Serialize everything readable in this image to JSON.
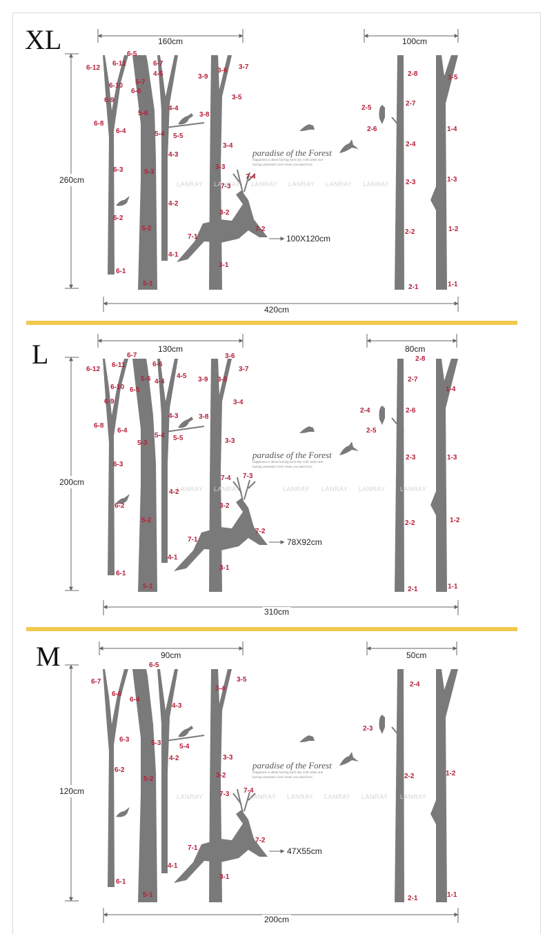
{
  "panels": [
    {
      "size_letter": "XL",
      "left_width": "160cm",
      "right_width": "100cm",
      "height": "260cm",
      "total_width": "420cm",
      "deer_size": "100X120cm",
      "slogan": "paradise of the Forest",
      "slogan_sub1": "Happiness is about having each day with some one",
      "slogan_sub2": "having someone's love when you need love",
      "watermarks": [
        "LANRAY",
        "LANRAY",
        "LANRAY",
        "LANRAY",
        "LANRAY",
        "LANRAY"
      ],
      "parts": [
        "6-5",
        "6-12",
        "6-11",
        "6-7",
        "4-5",
        "5-7",
        "6-10",
        "6-6",
        "6-9",
        "5-6",
        "6-8",
        "6-4",
        "6-3",
        "6-2",
        "6-1",
        "5-3",
        "5-2",
        "5-1",
        "5-4",
        "5-5",
        "4-4",
        "4-3",
        "4-2",
        "4-1",
        "3-9",
        "3-6",
        "3-7",
        "3-5",
        "3-8",
        "3-4",
        "3-3",
        "7-3",
        "7-4",
        "3-2",
        "7-2",
        "7-1",
        "3-1",
        "2-8",
        "2-7",
        "2-5",
        "2-6",
        "2-4",
        "2-3",
        "2-2",
        "2-1",
        "1-5",
        "1-4",
        "1-3",
        "1-2",
        "1-1"
      ]
    },
    {
      "size_letter": "L",
      "left_width": "130cm",
      "right_width": "80cm",
      "height": "200cm",
      "total_width": "310cm",
      "deer_size": "78X92cm",
      "slogan": "paradise of the Forest",
      "slogan_sub1": "Happiness is about having each day with some one",
      "slogan_sub2": "having someone's love when you need love",
      "watermarks": [
        "LANRAY",
        "LANRAY",
        "LANRAY",
        "LANRAY",
        "LANRAY",
        "LANRAY"
      ],
      "parts": [
        "6-7",
        "6-12",
        "6-11",
        "6-6",
        "4-5",
        "5-6",
        "4-4",
        "6-10",
        "6-5",
        "6-9",
        "4-3",
        "3-8",
        "6-8",
        "6-4",
        "5-4",
        "5-5",
        "5-3",
        "6-3",
        "6-2",
        "5-2",
        "4-2",
        "3-9",
        "3-6",
        "3-7",
        "3-5",
        "3-4",
        "3-3",
        "7-4",
        "7-3",
        "3-2",
        "7-2",
        "7-1",
        "3-1",
        "4-1",
        "5-1",
        "6-1",
        "2-8",
        "2-7",
        "2-4",
        "2-6",
        "2-5",
        "2-3",
        "2-2",
        "2-1",
        "1-4",
        "1-3",
        "1-2",
        "1-1"
      ]
    },
    {
      "size_letter": "M",
      "left_width": "90cm",
      "right_width": "50cm",
      "height": "120cm",
      "total_width": "200cm",
      "deer_size": "47X55cm",
      "slogan": "paradise of the Forest",
      "slogan_sub1": "Happiness is about having each day with some one",
      "slogan_sub2": "having someone's love when you need love",
      "watermarks": [
        "LANRAY",
        "LANRAY",
        "LANRAY",
        "LANRAY",
        "LANRAY",
        "LANRAY"
      ],
      "parts": [
        "6-5",
        "6-7",
        "6-6",
        "6-4",
        "4-3",
        "6-3",
        "5-3",
        "5-4",
        "4-2",
        "6-2",
        "5-2",
        "3-4",
        "3-5",
        "3-3",
        "3-2",
        "7-3",
        "7-4",
        "7-2",
        "7-1",
        "3-1",
        "4-1",
        "5-1",
        "6-1",
        "2-4",
        "2-3",
        "2-2",
        "2-1",
        "1-2",
        "1-1"
      ]
    }
  ],
  "colors": {
    "silhouette": "#7a7a7a",
    "part_label": "#b5203a",
    "separator": "#f2c94c"
  }
}
